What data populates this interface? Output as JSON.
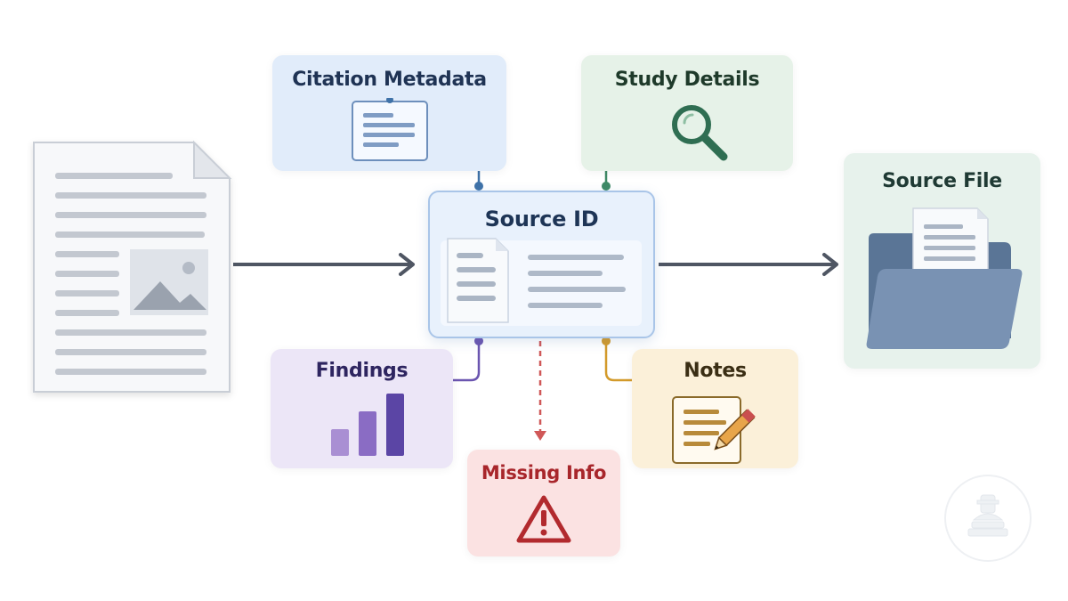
{
  "nodes": {
    "citation_metadata": "Citation Metadata",
    "study_details": "Study Details",
    "source_id": "Source ID",
    "source_file": "Source File",
    "findings": "Findings",
    "notes": "Notes",
    "missing_info": "Missing Info"
  },
  "icons": {
    "input_document": "document-with-image-icon",
    "citation_metadata": "document-card-icon",
    "study_details": "magnifier-icon",
    "source_id": "document-record-icon",
    "source_file": "folder-with-document-icon",
    "findings": "bar-chart-icon",
    "notes": "notepad-pencil-icon",
    "missing_info": "warning-triangle-icon",
    "watermark": "watermark-logo-icon"
  },
  "colors": {
    "citation": "#e1ecfa",
    "study": "#e6f2e8",
    "source_id": "#e8f1fc",
    "source_file": "#e7f2ec",
    "findings": "#ece6f7",
    "notes": "#fbf0d9",
    "missing": "#fbe2e2",
    "connector_blue": "#3f72a8",
    "connector_green": "#3f8a66",
    "connector_purple": "#6b55b0",
    "connector_gold": "#d39a2a",
    "connector_red": "#d05858",
    "arrow": "#4f5663"
  }
}
